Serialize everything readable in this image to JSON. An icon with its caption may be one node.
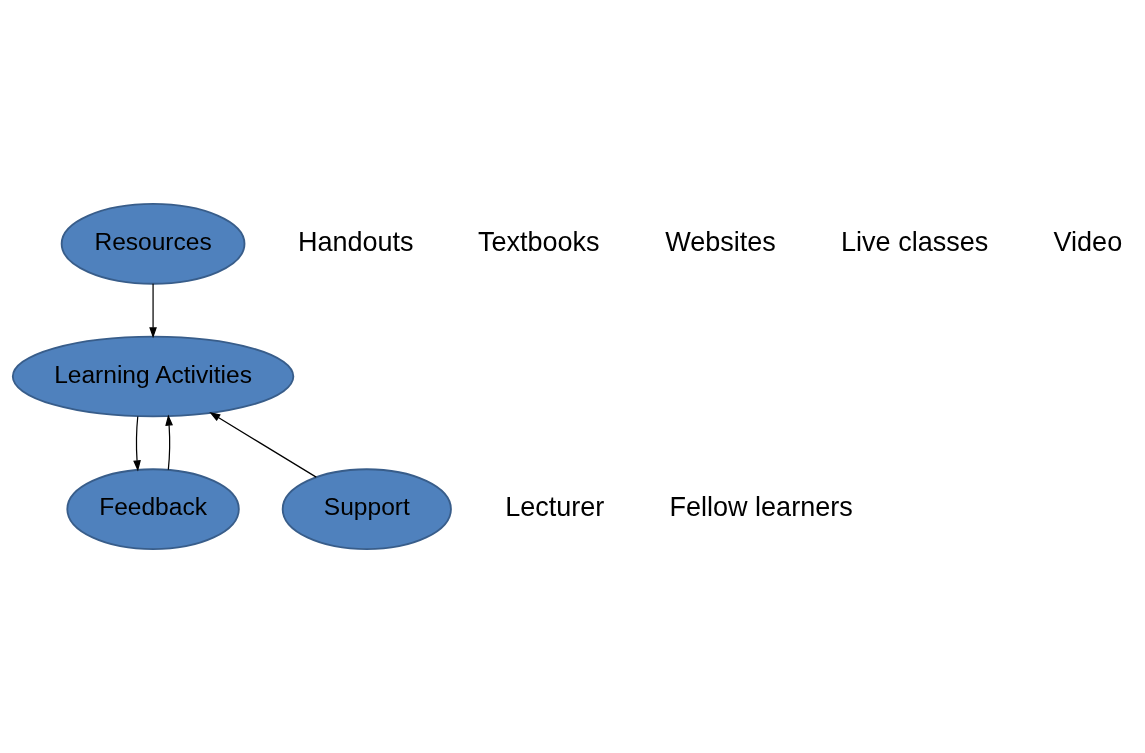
{
  "diagram": {
    "nodes": [
      {
        "text": [
          "Resources"
        ]
      },
      {
        "text": [
          "Learning Activities"
        ]
      },
      {
        "text": [
          "Feedback"
        ]
      },
      {
        "text": [
          "Support"
        ]
      }
    ],
    "edges": [
      {
        "from": 0,
        "to": 1,
        "arrow": "to"
      },
      {
        "from": 2,
        "to": 1,
        "arrow": "to"
      },
      {
        "from": 1,
        "to": 2,
        "arrow": "to"
      },
      {
        "from": 3,
        "to": 1,
        "arrow": "to"
      }
    ],
    "labels": [
      "Handouts",
      "Textbooks",
      "Websites",
      "Live classes",
      "Video",
      "Lecturer",
      "Fellow learners"
    ]
  }
}
